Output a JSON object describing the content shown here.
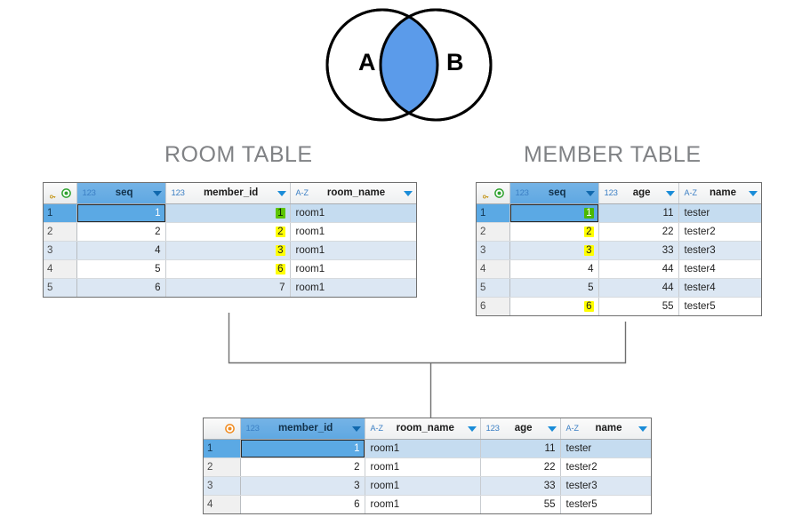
{
  "venn": {
    "left_label": "A",
    "right_label": "B",
    "intersection_color": "#5b9bea",
    "outline_color": "#000000"
  },
  "titles": {
    "room": "ROOM TABLE",
    "member": "MEMBER TABLE",
    "color": "#808285"
  },
  "icons": {
    "room_marker": "green-circle-icon",
    "member_marker": "green-circle-icon",
    "result_marker": "orange-circle-icon",
    "sort_caret": "chevron-down-icon",
    "numeric_type": "123",
    "text_type": "A-Z"
  },
  "room_table": {
    "row_marker_color": "#2fa22f",
    "columns": [
      {
        "name": "seq",
        "type": "123",
        "selected": true,
        "pk": true
      },
      {
        "name": "member_id",
        "type": "123",
        "selected": false,
        "pk": false
      },
      {
        "name": "room_name",
        "type": "A-Z",
        "selected": false,
        "pk": false
      }
    ],
    "rows": [
      {
        "n": "1",
        "seq": "1",
        "member_id": "1",
        "room_name": "room1",
        "seq_hl": "none",
        "mid_hl": "green"
      },
      {
        "n": "2",
        "seq": "2",
        "member_id": "2",
        "room_name": "room1",
        "seq_hl": "none",
        "mid_hl": "yellow"
      },
      {
        "n": "3",
        "seq": "4",
        "member_id": "3",
        "room_name": "room1",
        "seq_hl": "none",
        "mid_hl": "yellow"
      },
      {
        "n": "4",
        "seq": "5",
        "member_id": "6",
        "room_name": "room1",
        "seq_hl": "none",
        "mid_hl": "yellow"
      },
      {
        "n": "5",
        "seq": "6",
        "member_id": "7",
        "room_name": "room1",
        "seq_hl": "none",
        "mid_hl": "none"
      }
    ]
  },
  "member_table": {
    "row_marker_color": "#2fa22f",
    "columns": [
      {
        "name": "seq",
        "type": "123",
        "selected": true,
        "pk": true
      },
      {
        "name": "age",
        "type": "123",
        "selected": false,
        "pk": false
      },
      {
        "name": "name",
        "type": "A-Z",
        "selected": false,
        "pk": false
      }
    ],
    "rows": [
      {
        "n": "1",
        "seq": "1",
        "age": "11",
        "name": "tester",
        "seq_hl": "green"
      },
      {
        "n": "2",
        "seq": "2",
        "age": "22",
        "name": "tester2",
        "seq_hl": "yellow"
      },
      {
        "n": "3",
        "seq": "3",
        "age": "33",
        "name": "tester3",
        "seq_hl": "yellow"
      },
      {
        "n": "4",
        "seq": "4",
        "age": "44",
        "name": "tester4",
        "seq_hl": "none"
      },
      {
        "n": "5",
        "seq": "5",
        "age": "44",
        "name": "tester4",
        "seq_hl": "none"
      },
      {
        "n": "6",
        "seq": "6",
        "age": "55",
        "name": "tester5",
        "seq_hl": "yellow"
      }
    ]
  },
  "result_table": {
    "row_marker_color": "#f08a1e",
    "columns": [
      {
        "name": "member_id",
        "type": "123",
        "selected": true
      },
      {
        "name": "room_name",
        "type": "A-Z",
        "selected": false
      },
      {
        "name": "age",
        "type": "123",
        "selected": false
      },
      {
        "name": "name",
        "type": "A-Z",
        "selected": false
      }
    ],
    "rows": [
      {
        "n": "1",
        "member_id": "1",
        "room_name": "room1",
        "age": "11",
        "name": "tester"
      },
      {
        "n": "2",
        "member_id": "2",
        "room_name": "room1",
        "age": "22",
        "name": "tester2"
      },
      {
        "n": "3",
        "member_id": "3",
        "room_name": "room1",
        "age": "33",
        "name": "tester3"
      },
      {
        "n": "4",
        "member_id": "6",
        "room_name": "room1",
        "age": "55",
        "name": "tester5"
      }
    ]
  }
}
